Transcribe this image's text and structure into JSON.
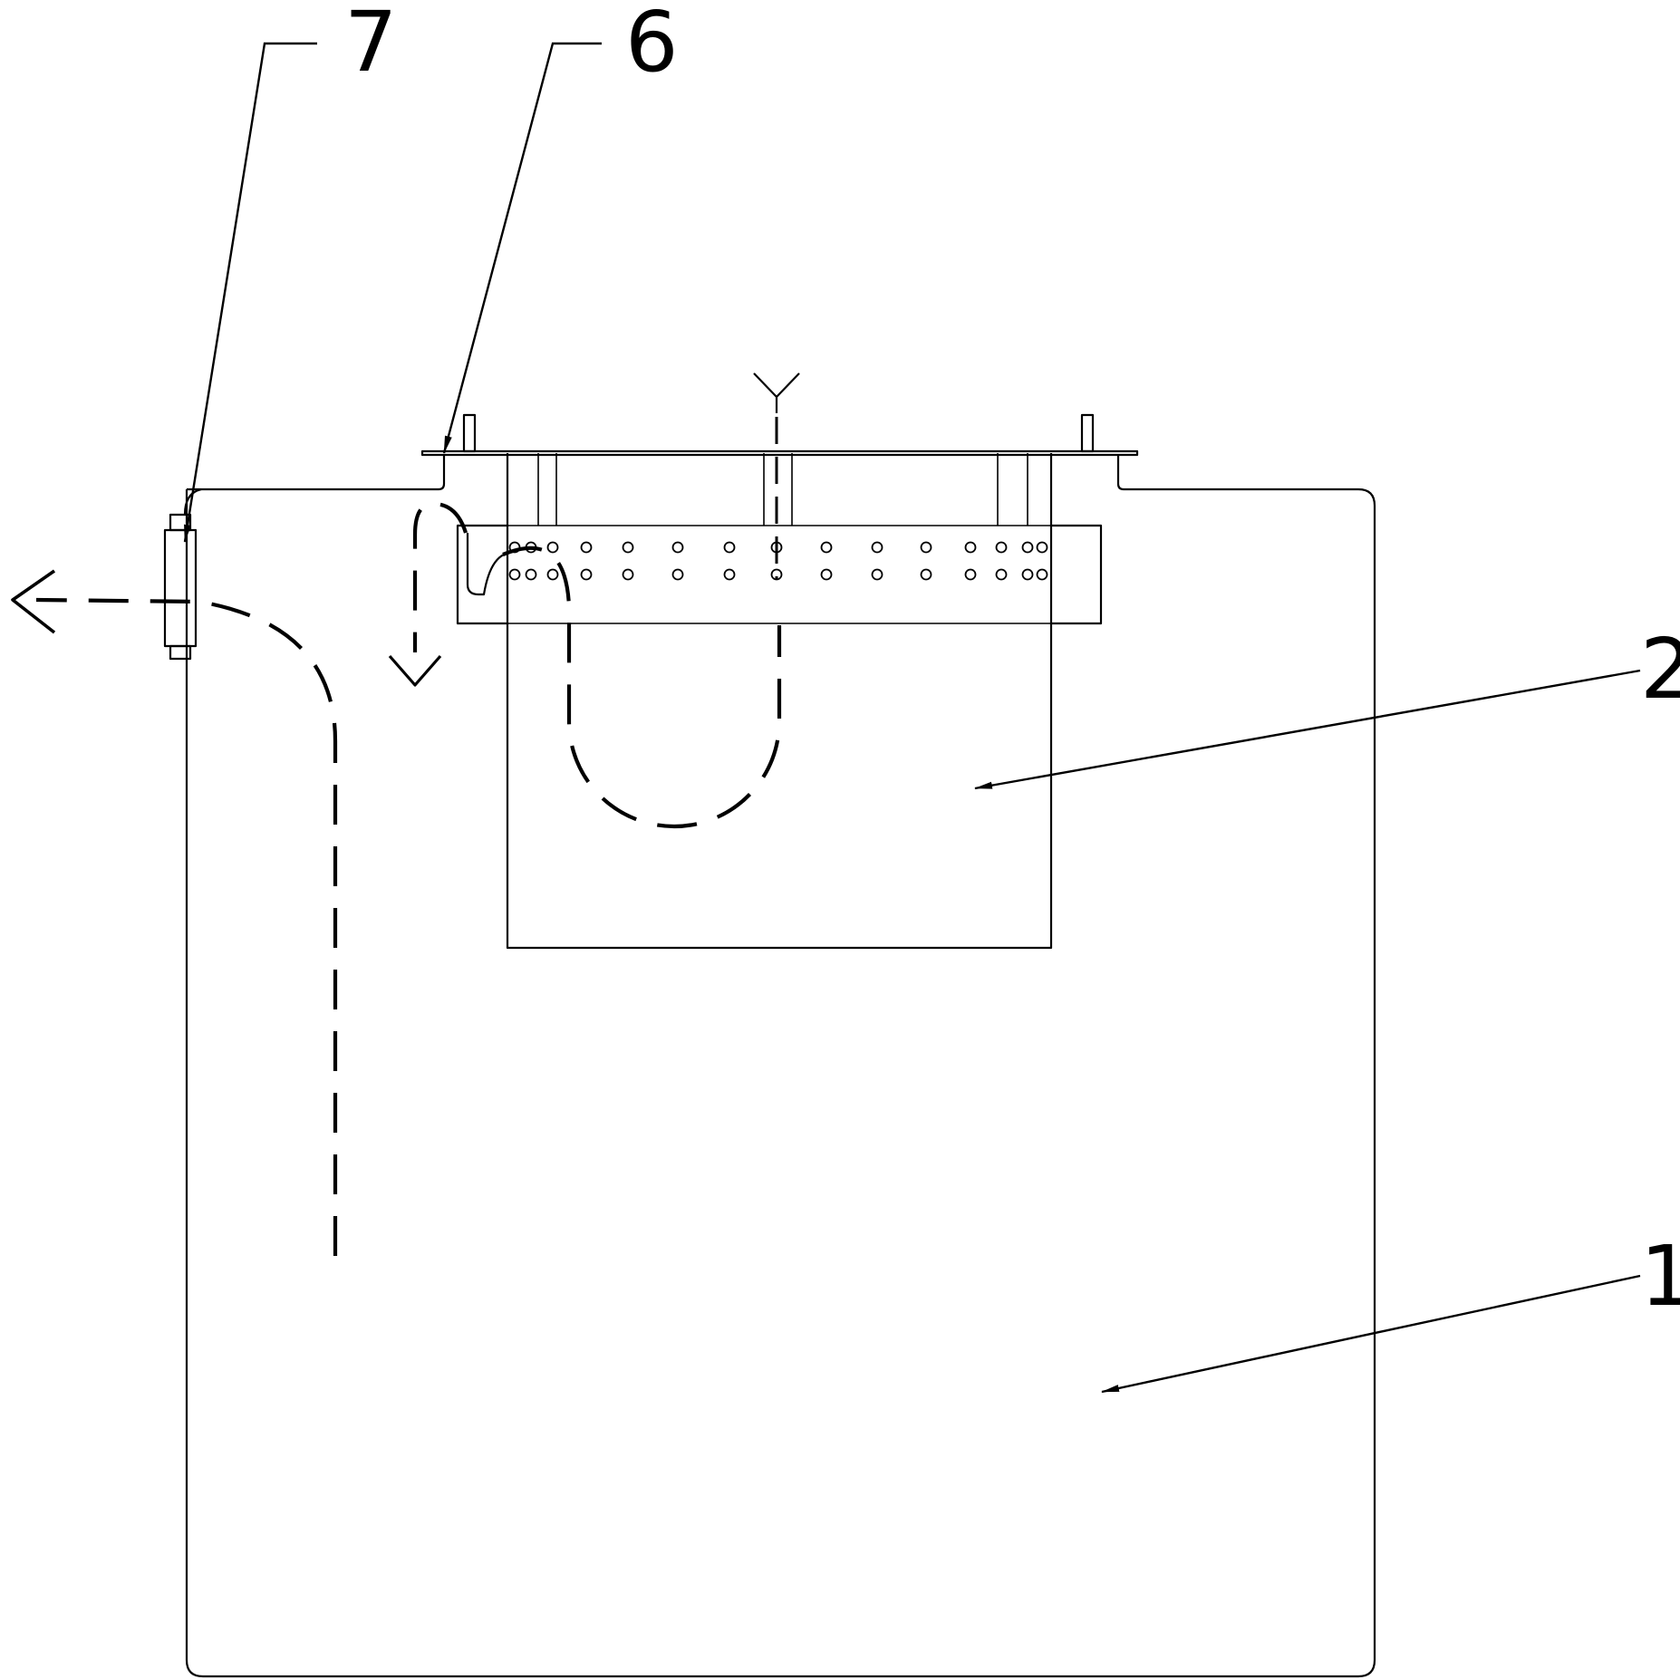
{
  "labels": {
    "l1": "1",
    "l2": "2",
    "l6": "6",
    "l7": "7"
  }
}
